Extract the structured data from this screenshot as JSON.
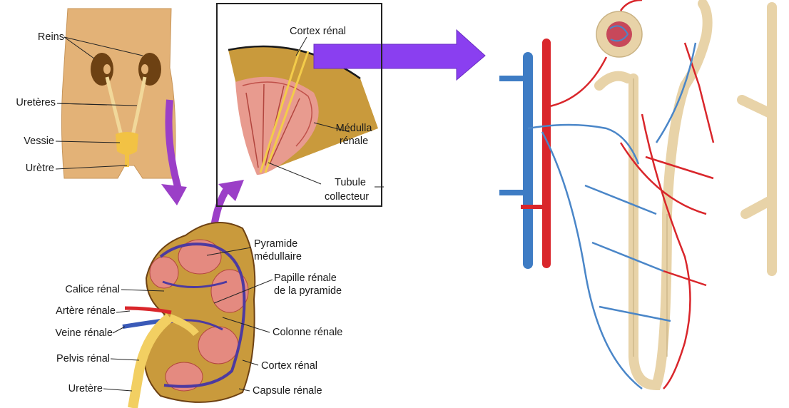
{
  "body_panel": {
    "labels": {
      "reins": "Reins",
      "ureteres": "Uretères",
      "vessie": "Vessie",
      "uretre": "Urètre"
    }
  },
  "inset_panel": {
    "labels": {
      "cortex_renal": "Cortex rénal",
      "medulla_line1": "Médulla",
      "medulla_line2": "rénale",
      "tubule_line1": "Tubule",
      "tubule_line2": "collecteur"
    }
  },
  "kidney_panel": {
    "labels": {
      "pyramide_line1": "Pyramide",
      "pyramide_line2": "médullaire",
      "papille_line1": "Papille rénale",
      "papille_line2": "de la pyramide",
      "calice": "Calice rénal",
      "artere": "Artère rénale",
      "veine": "Veine rénale",
      "pelvis": "Pelvis rénal",
      "uretere": "Uretère",
      "colonne": "Colonne rénale",
      "cortex": "Cortex rénal",
      "capsule": "Capsule rénale"
    }
  },
  "colors": {
    "skin": "#e3b277",
    "kidney_brown": "#7a4a18",
    "cortex_tan": "#c99a3c",
    "medulla_pink": "#e89b8f",
    "artery_red": "#d9262b",
    "vein_blue": "#4a86c8",
    "tubule_beige": "#e8d3a8",
    "arrow_purple": "#9b3fc7",
    "big_arrow_fill": "#8a3ff0"
  }
}
